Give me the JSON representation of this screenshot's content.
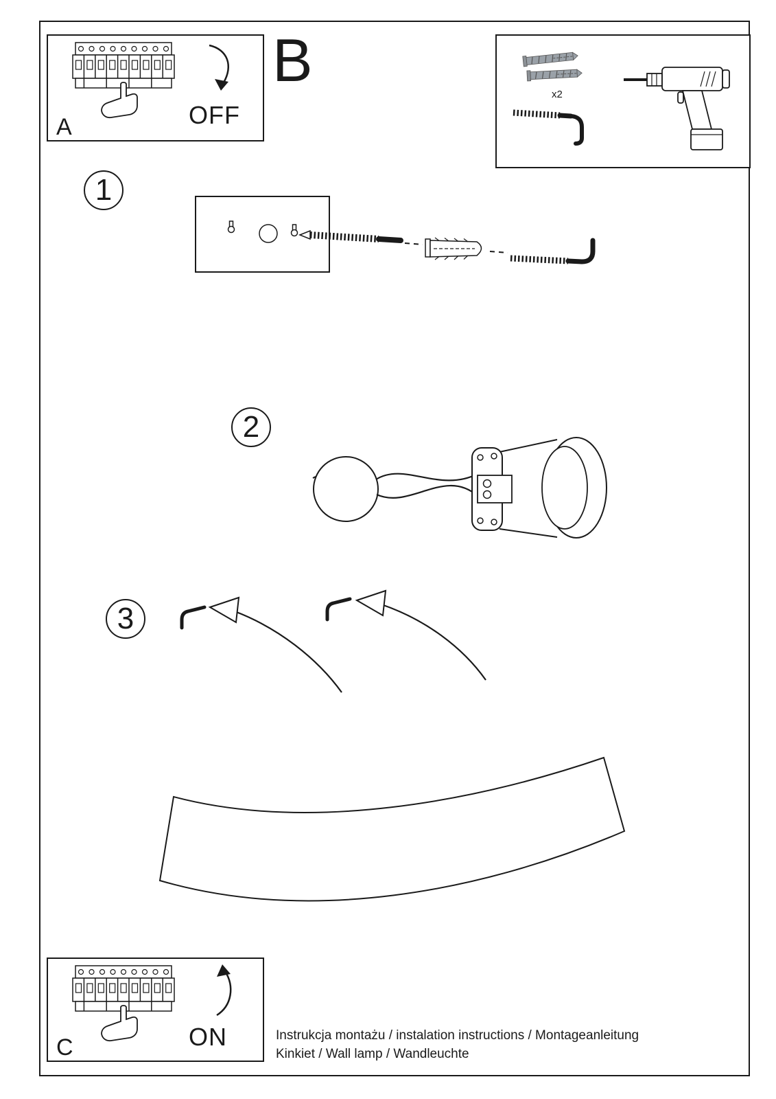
{
  "panel_a": {
    "label": "A",
    "state": "OFF"
  },
  "panel_c": {
    "label": "C",
    "state": "ON"
  },
  "section_b": {
    "label": "B"
  },
  "parts_box": {
    "quantity": "x2"
  },
  "steps": [
    {
      "number": "1"
    },
    {
      "number": "2"
    },
    {
      "number": "3"
    }
  ],
  "footer": {
    "line1": "Instrukcja montażu / instalation instructions / Montageanleitung",
    "line2": "Kinkiet / Wall lamp / Wandleuchte"
  },
  "colors": {
    "ink": "#1a1a1a",
    "plug_gray": "#9aa1a8"
  }
}
